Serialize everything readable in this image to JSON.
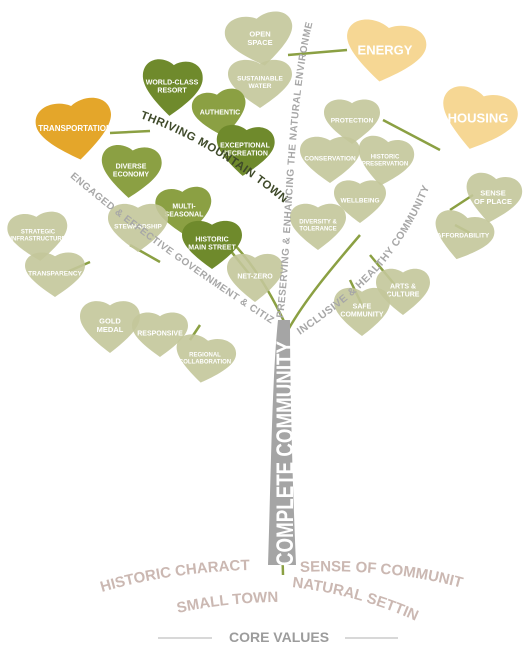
{
  "trunk_label": "COMPLETE COMMUNITY",
  "branches": {
    "thriving": "THRIVING MOUNTAIN TOWN",
    "natural": "PRESERVING & ENHANCING THE NATURAL ENVIRONMENT",
    "inclusive": "INCLUSIVE & HEALTHY COMMUNITY",
    "government": "ENGAGED & EFFECTIVE GOVERNMENT & CITIZENRY"
  },
  "leaves": {
    "transportation": [
      "TRANSPORTATION"
    ],
    "energy": [
      "ENERGY"
    ],
    "housing": [
      "HOUSING"
    ],
    "open_space": [
      "OPEN",
      "SPACE"
    ],
    "sustainable_water": [
      "SUSTAINABLE",
      "WATER"
    ],
    "world_class_resort": [
      "WORLD-CLASS",
      "RESORT"
    ],
    "authentic": [
      "AUTHENTIC"
    ],
    "exceptional_recreation": [
      "EXCEPTIONAL",
      "RECREATION"
    ],
    "diverse_economy": [
      "DIVERSE",
      "ECONOMY"
    ],
    "multi_seasonal": [
      "MULTI-",
      "SEASONAL"
    ],
    "historic_main_street": [
      "HISTORIC",
      "MAIN STREET"
    ],
    "protection": [
      "PROTECTION"
    ],
    "conservation": [
      "CONSERVATION"
    ],
    "historic_preservation": [
      "HISTORIC",
      "PRESERVATION"
    ],
    "wellbeing": [
      "WELLBEING"
    ],
    "diversity_tolerance": [
      "DIVERSITY &",
      "TOLERANCE"
    ],
    "sense_of_place": [
      "SENSE",
      "OF PLACE"
    ],
    "affordability": [
      "AFFORDABILITY"
    ],
    "arts_culture": [
      "ARTS &",
      "CULTURE"
    ],
    "safe_community": [
      "SAFE",
      "COMMUNITY"
    ],
    "strategic_infrastructure": [
      "STRATEGIC",
      "INFRASTRUCTURE"
    ],
    "transparency": [
      "TRANSPARENCY"
    ],
    "stewardship": [
      "STEWARDSHIP"
    ],
    "net_zero": [
      "NET-ZERO"
    ],
    "gold_medal": [
      "GOLD",
      "MEDAL"
    ],
    "responsive": [
      "RESPONSIVE"
    ],
    "regional_collaboration": [
      "REGIONAL",
      "COLLABORATION"
    ]
  },
  "roots": {
    "historic_character": "HISTORIC CHARACTER",
    "small_town": "SMALL TOWN",
    "sense_of_community": "SENSE OF COMMUNITY",
    "natural_setting": "NATURAL SETTING"
  },
  "core_values": "CORE VALUES",
  "colors": {
    "dark_green": "#6f8a2c",
    "mid_green": "#8ba043",
    "pale_green": "#c3c79a",
    "orange": "#e4a62a",
    "peach": "#f6d794",
    "gray_text": "#a7a7a7",
    "root_text": "#cbb8b2"
  }
}
